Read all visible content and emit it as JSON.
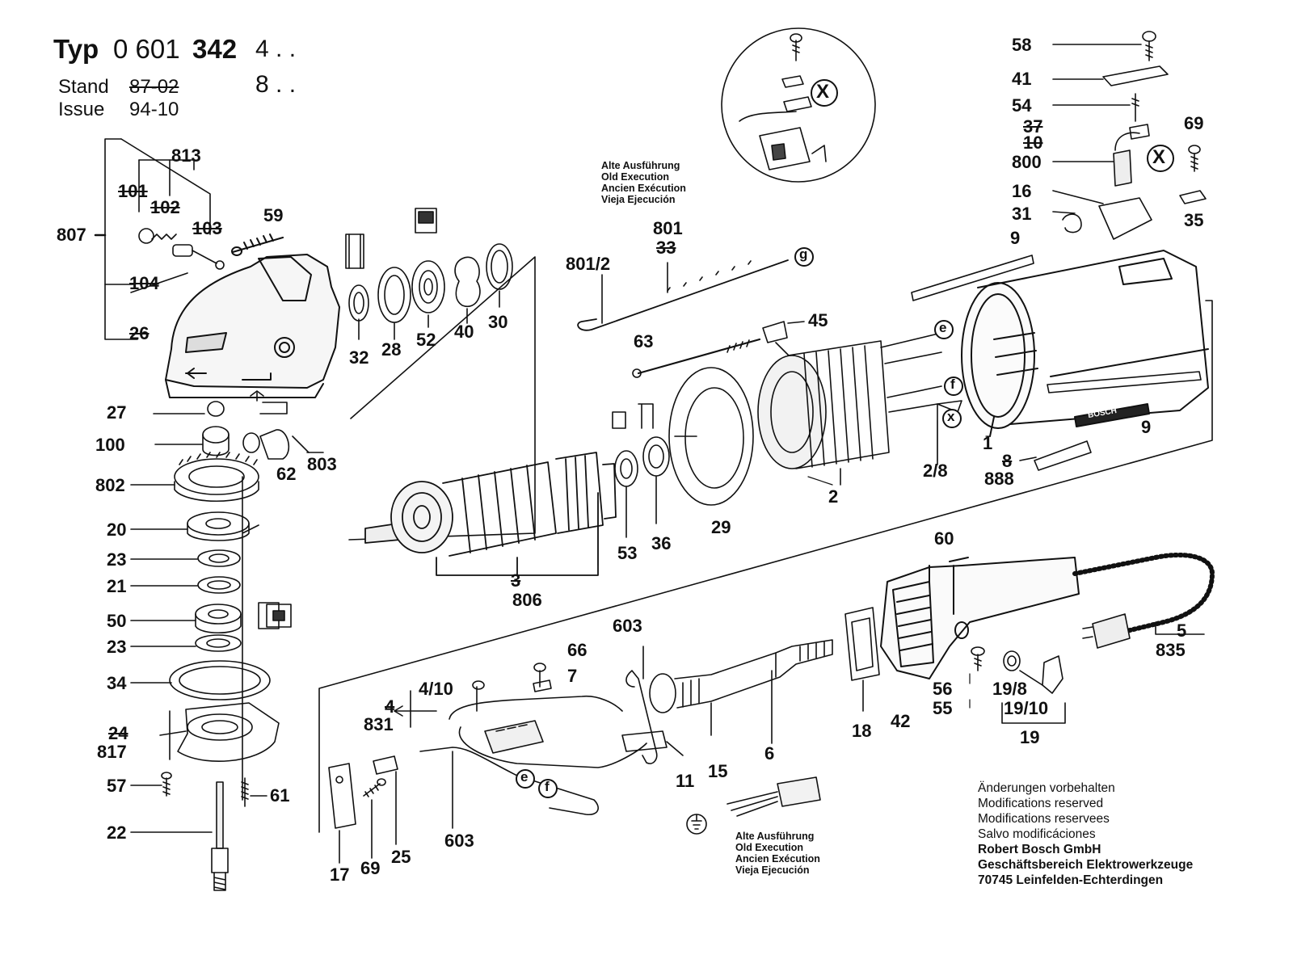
{
  "header": {
    "typ_label": "Typ",
    "typ_number_a": "0 601",
    "typ_number_b": "342",
    "variant_1": "4 . .",
    "variant_2": "8 . .",
    "stand_label": "Stand",
    "stand_value": "87-02",
    "issue_label": "Issue",
    "issue_value": "94-10"
  },
  "old_execution_note": {
    "line1": "Alte Ausführung",
    "line2": "Old Execution",
    "line3": "Ancien Exécution",
    "line4": "Vieja Ejecución"
  },
  "footer": {
    "line1": "Änderungen vorbehalten",
    "line2": "Modifications reserved",
    "line3": "Modifications reservees",
    "line4": "Salvo modificáciones",
    "line5": "Robert Bosch GmbH",
    "line6": "Geschäftsbereich Elektrowerkzeuge",
    "line7": "70745 Leinfelden-Echterdingen"
  },
  "markers": {
    "x": "X",
    "e": "e",
    "f": "f",
    "g": "g",
    "x_small": "x",
    "brand": "BOSCH"
  },
  "parts": {
    "p813": "813",
    "p101": "101",
    "p102": "102",
    "p103": "103",
    "p807": "807",
    "p104": "104",
    "p26": "26",
    "p59": "59",
    "p32": "32",
    "p28": "28",
    "p52": "52",
    "p40": "40",
    "p30": "30",
    "p27": "27",
    "p100": "100",
    "p62": "62",
    "p803": "803",
    "p802": "802",
    "p20": "20",
    "p23a": "23",
    "p21": "21",
    "p50": "50",
    "p23b": "23",
    "p34": "34",
    "p24": "24",
    "p817": "817",
    "p57": "57",
    "p61": "61",
    "p22": "22",
    "p801_2": "801/2",
    "p801": "801",
    "p33": "33",
    "p63": "63",
    "p45": "45",
    "p53": "53",
    "p36": "36",
    "p29": "29",
    "p2": "2",
    "p2_8": "2/8",
    "p3": "3",
    "p806": "806",
    "p58": "58",
    "p41": "41",
    "p54": "54",
    "p37": "37",
    "p10": "10",
    "p800": "800",
    "p16": "16",
    "p31": "31",
    "p69a": "69",
    "p35": "35",
    "p9a": "9",
    "p9b": "9",
    "p1": "1",
    "p8": "8",
    "p888": "888",
    "p60": "60",
    "p5": "5",
    "p835": "835",
    "p603a": "603",
    "p66": "66",
    "p7": "7",
    "p4_10": "4/10",
    "p4": "4",
    "p831": "831",
    "p6": "6",
    "p18": "18",
    "p42": "42",
    "p56": "56",
    "p55": "55",
    "p19_8": "19/8",
    "p19_10": "19/10",
    "p19": "19",
    "p11": "11",
    "p15": "15",
    "p17": "17",
    "p69b": "69",
    "p25": "25",
    "p603b": "603"
  }
}
